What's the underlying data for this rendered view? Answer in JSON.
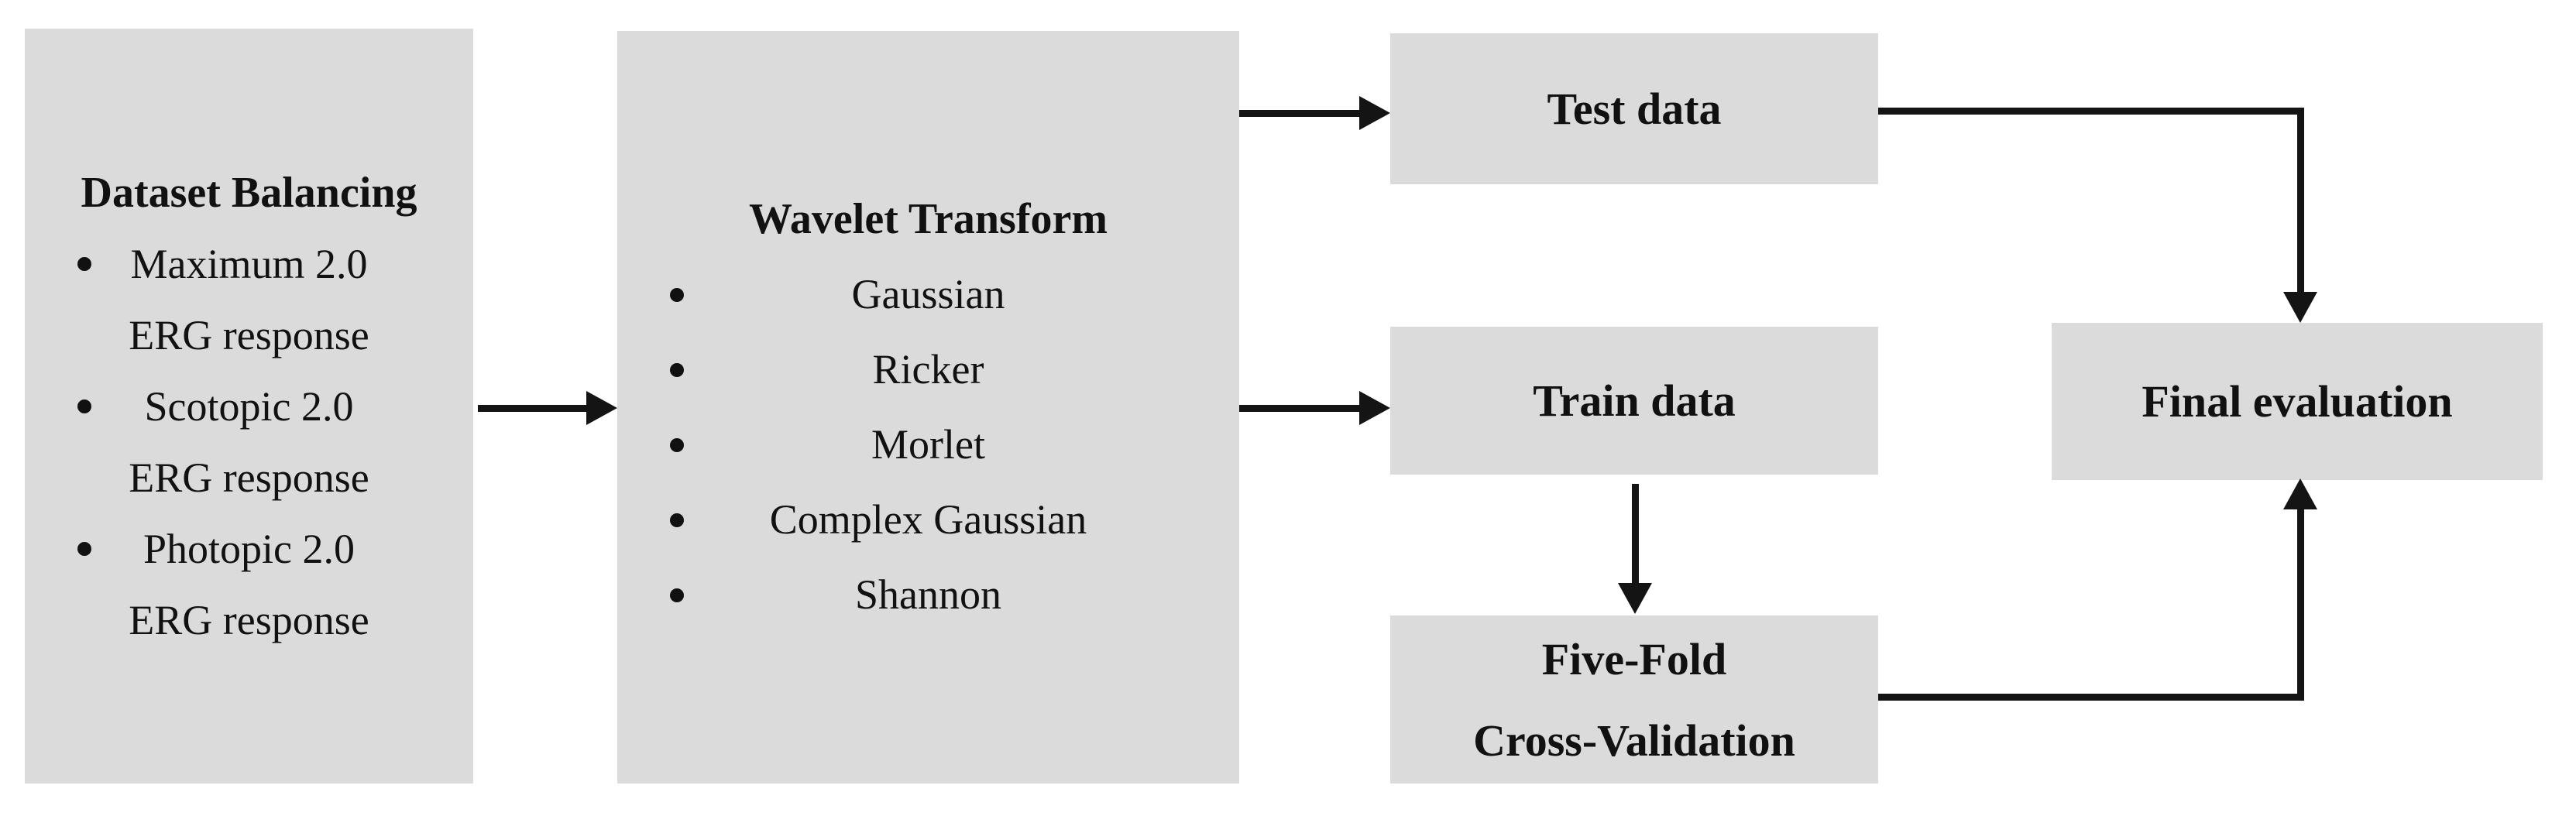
{
  "colors": {
    "background": "#ffffff",
    "box_fill": "#dbdbdb",
    "line": "#141414",
    "text": "#111111"
  },
  "dataset_balancing": {
    "title": "Dataset Balancing",
    "items": [
      [
        "Maximum 2.0",
        "ERG response"
      ],
      [
        "Scotopic 2.0",
        "ERG response"
      ],
      [
        "Photopic 2.0",
        "ERG response"
      ]
    ]
  },
  "wavelet_transform": {
    "title": "Wavelet Transform",
    "items": [
      "Gaussian",
      "Ricker",
      "Morlet",
      "Complex Gaussian",
      "Shannon"
    ]
  },
  "test_data": {
    "label": "Test data"
  },
  "train_data": {
    "label": "Train data"
  },
  "five_fold": {
    "line1": "Five-Fold",
    "line2": "Cross-Validation"
  },
  "final_evaluation": {
    "label": "Final evaluation"
  }
}
